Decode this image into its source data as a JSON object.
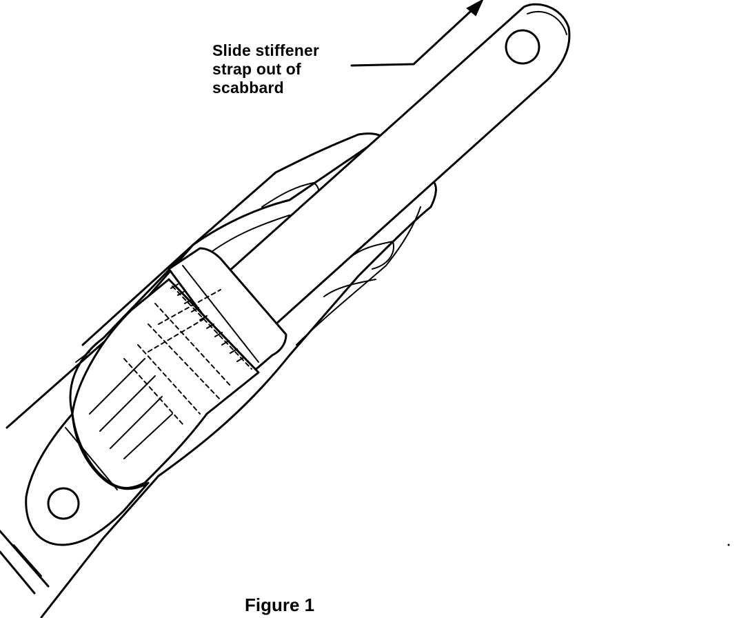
{
  "callout": {
    "line1": "Slide stiffener",
    "line2": "strap out of",
    "line3": "scabbard"
  },
  "caption": "Figure 1",
  "colors": {
    "ink": "#000000",
    "paper": "#ffffff"
  }
}
